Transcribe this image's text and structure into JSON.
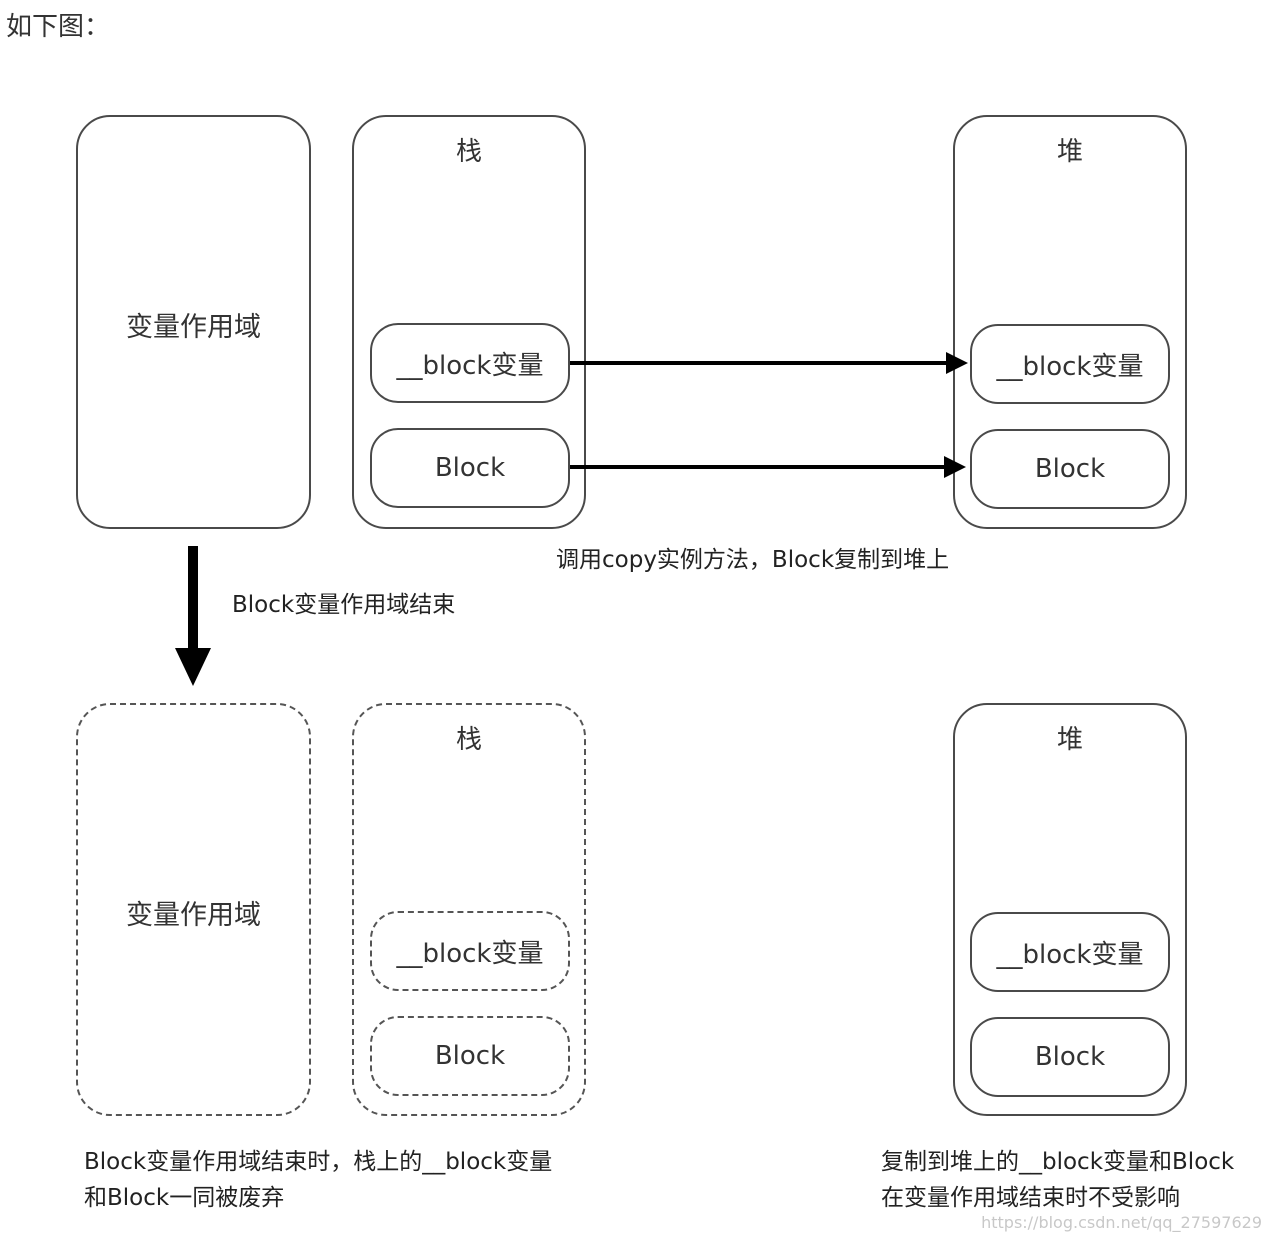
{
  "intro": "如下图：",
  "top": {
    "scope_box": {
      "label": "变量作用域"
    },
    "stack_box": {
      "title": "栈",
      "block_var": "__block变量",
      "block": "Block"
    },
    "heap_box": {
      "title": "堆",
      "block_var": "__block变量",
      "block": "Block"
    },
    "copy_caption": "调用copy实例方法，Block复制到堆上"
  },
  "scope_end_label": "Block变量作用域结束",
  "bottom": {
    "scope_box": {
      "label": "变量作用域"
    },
    "stack_box": {
      "title": "栈",
      "block_var": "__block变量",
      "block": "Block"
    },
    "heap_box": {
      "title": "堆",
      "block_var": "__block变量",
      "block": "Block"
    },
    "left_caption_line1": "Block变量作用域结束时，栈上的__block变量",
    "left_caption_line2": "和Block一同被废弃",
    "right_caption_line1": "复制到堆上的__block变量和Block",
    "right_caption_line2": "在变量作用域结束时不受影响"
  },
  "watermark": "https://blog.csdn.net/qq_27597629"
}
